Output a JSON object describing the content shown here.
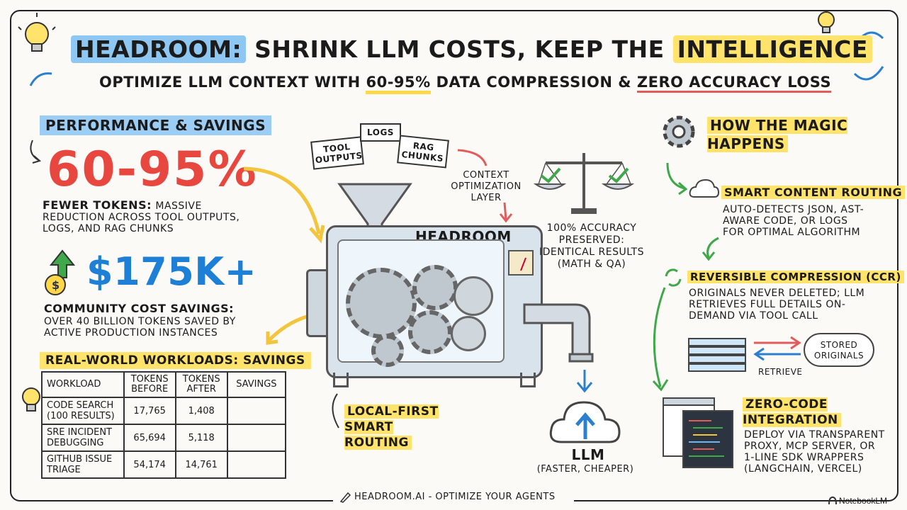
{
  "header": {
    "title_prefix": "HEADROOM:",
    "title_middle": "SHRINK LLM COSTS, KEEP THE",
    "title_highlight": "INTELLIGENCE",
    "subtitle_a": "OPTIMIZE LLM CONTEXT WITH",
    "subtitle_b": "60-95%",
    "subtitle_c": "DATA COMPRESSION &",
    "subtitle_d": "ZERO ACCURACY LOSS"
  },
  "performance": {
    "heading": "PERFORMANCE & SAVINGS",
    "big_percent": "60-95%",
    "tokens_label": "FEWER TOKENS:",
    "tokens_desc": "MASSIVE REDUCTION ACROSS TOOL OUTPUTS, LOGS, AND RAG CHUNKS",
    "savings_amount": "$175K+",
    "dollar_symbol": "$",
    "savings_label": "COMMUNITY COST SAVINGS:",
    "savings_desc": "OVER 40 BILLION TOKENS SAVED BY ACTIVE PRODUCTION INSTANCES"
  },
  "workloads": {
    "heading": "REAL-WORLD WORKLOADS: SAVINGS",
    "columns": [
      "WORKLOAD",
      "TOKENS BEFORE",
      "TOKENS AFTER",
      "SAVINGS"
    ],
    "rows": [
      {
        "name": "CODE SEARCH (100 RESULTS)",
        "before": "17,765",
        "after": "1,408",
        "savings": ""
      },
      {
        "name": "SRE INCIDENT DEBUGGING",
        "before": "65,694",
        "after": "5,118",
        "savings": ""
      },
      {
        "name": "GITHUB ISSUE TRIAGE",
        "before": "54,174",
        "after": "14,761",
        "savings": ""
      }
    ]
  },
  "center": {
    "input_cards": [
      "TOOL OUTPUTS",
      "LOGS",
      "RAG CHUNKS"
    ],
    "context_layer": "CONTEXT OPTIMIZATION LAYER",
    "machine_label": "HEADROOM",
    "local_first": "LOCAL-FIRST SMART ROUTING",
    "accuracy_title": "100% ACCURACY PRESERVED:",
    "accuracy_desc": "IDENTICAL RESULTS (MATH & QA)",
    "llm_label": "LLM",
    "llm_desc": "(FASTER, CHEAPER)"
  },
  "magic": {
    "heading": "HOW THE MAGIC HAPPENS",
    "routing_title": "SMART CONTENT ROUTING",
    "routing_desc": "AUTO-DETECTS JSON, AST-AWARE CODE, OR LOGS FOR OPTIMAL ALGORITHM",
    "ccr_title": "REVERSIBLE COMPRESSION (CCR)",
    "ccr_desc": "ORIGINALS NEVER DELETED; LLM RETRIEVES FULL DETAILS ON-DEMAND VIA TOOL CALL",
    "stored": "STORED ORIGINALS",
    "retrieve": "RETRIEVE",
    "zero_title": "ZERO-CODE INTEGRATION",
    "zero_desc": "DEPLOY VIA TRANSPARENT PROXY, MCP SERVER, OR 1-LINE SDK WRAPPERS (LANGCHAIN, VERCEL)"
  },
  "footer": {
    "text": "HEADROOM.AI - OPTIMIZE YOUR AGENTS",
    "brand": "NotebookLM"
  },
  "colors": {
    "accent_red": "#e8473f",
    "accent_blue": "#1d7fd6",
    "highlight_yellow": "#ffe36b",
    "highlight_blue": "#8ec7f2"
  }
}
